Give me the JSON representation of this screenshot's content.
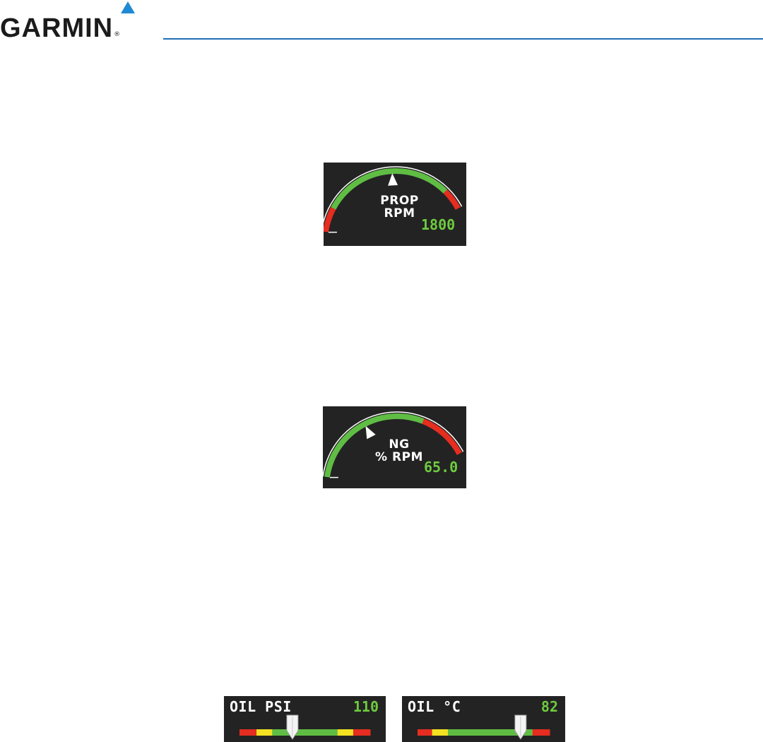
{
  "header": {
    "brand": "GARMIN",
    "registered_mark": "®",
    "accent_color": "#1f8ad3",
    "rule_color": "#1f6fb5"
  },
  "gauges": {
    "prop_rpm": {
      "label_line1": "PROP",
      "label_line2": "RPM",
      "value": "1800",
      "pointer_fraction": 0.55,
      "bands": [
        {
          "from": 0.0,
          "to": 0.14,
          "color": "red"
        },
        {
          "from": 0.14,
          "to": 0.88,
          "color": "green"
        },
        {
          "from": 0.88,
          "to": 1.0,
          "color": "red"
        }
      ]
    },
    "ng_rpm": {
      "label_line1": "NG",
      "label_line2": "% RPM",
      "value": "65.0",
      "pointer_fraction": 0.38,
      "bands": [
        {
          "from": 0.0,
          "to": 0.72,
          "color": "green"
        },
        {
          "from": 0.72,
          "to": 1.0,
          "color": "red"
        }
      ]
    },
    "oil_psi": {
      "title": "OIL PSI",
      "value": "110",
      "pointer_fraction": 0.405,
      "bands": [
        {
          "from": 0.0,
          "to": 0.13,
          "color": "red"
        },
        {
          "from": 0.13,
          "to": 0.25,
          "color": "yellow"
        },
        {
          "from": 0.25,
          "to": 0.75,
          "color": "green"
        },
        {
          "from": 0.75,
          "to": 0.87,
          "color": "yellow"
        },
        {
          "from": 0.87,
          "to": 1.0,
          "color": "red"
        }
      ]
    },
    "oil_temp": {
      "title": "OIL °C",
      "value": "82",
      "pointer_fraction": 0.78,
      "bands": [
        {
          "from": 0.0,
          "to": 0.11,
          "color": "red"
        },
        {
          "from": 0.11,
          "to": 0.23,
          "color": "yellow"
        },
        {
          "from": 0.23,
          "to": 0.87,
          "color": "green"
        },
        {
          "from": 0.87,
          "to": 1.0,
          "color": "red"
        }
      ]
    }
  },
  "colors": {
    "panel_bg": "#232323",
    "red": "#e52d20",
    "green": "#5fbd44",
    "yellow": "#f3e122",
    "value_green": "#6ecb3f",
    "pointer": "#ffffff"
  }
}
